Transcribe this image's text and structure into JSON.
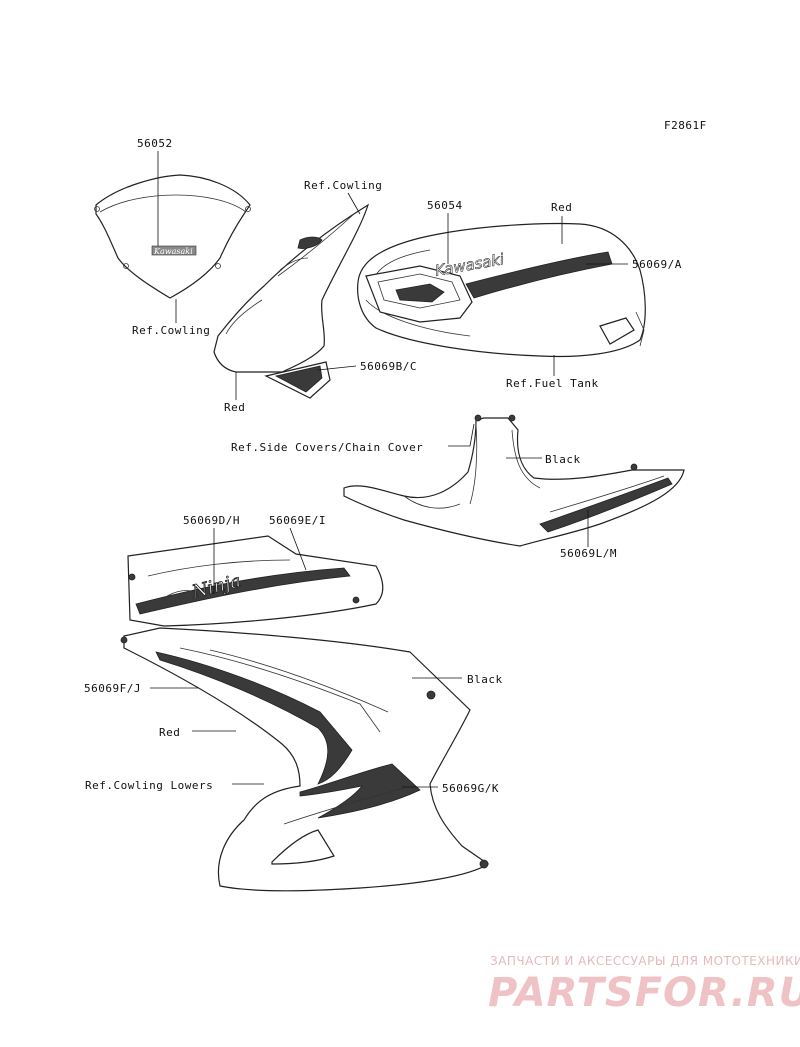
{
  "figure_code": "F2861F",
  "callouts": {
    "screen_part": "56052",
    "screen_ref": "Ref.Cowling",
    "upper_cowl_ref": "Ref.Cowling",
    "upper_cowl_color": "Red",
    "upper_cowl_stripe": "56069B/C",
    "tank_emblem": "56054",
    "tank_color": "Red",
    "tank_stripe": "56069/A",
    "tank_ref": "Ref.Fuel Tank",
    "side_cover_ref": "Ref.Side Covers/Chain Cover",
    "side_cover_color": "Black",
    "side_cover_stripe": "56069L/M",
    "lower_upper_left": "56069D/H",
    "lower_upper_right": "56069E/I",
    "lower_fj": "56069F/J",
    "lower_color_red": "Red",
    "lower_color_black": "Black",
    "lower_ref": "Ref.Cowling Lowers",
    "lower_gk": "56069G/K"
  },
  "artwork_text": {
    "screen_logo": "Kawasaki",
    "tank_logo": "Kawasaki",
    "ninja_logo": "Ninja"
  },
  "watermark": {
    "tagline": "ЗАПЧАСТИ И АКСЕССУАРЫ ДЛЯ МОТОТЕХНИКИ",
    "logo": "PARTSFOR.RU"
  },
  "colors": {
    "watermark": "#e6b9bd",
    "line": "#222222"
  }
}
